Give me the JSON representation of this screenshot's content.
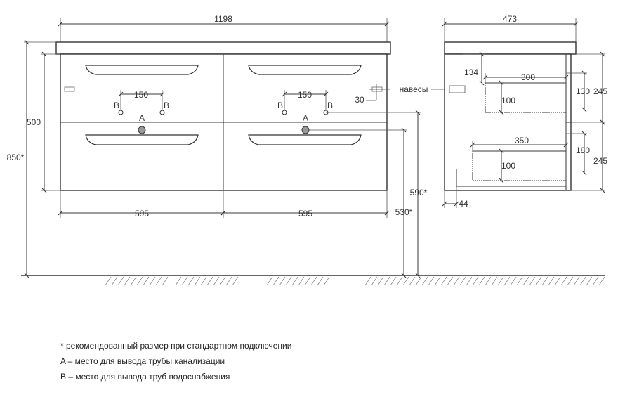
{
  "front": {
    "overall_width": "1198",
    "height_body": "500",
    "height_total": "850*",
    "drawer_width_left": "595",
    "drawer_width_right": "595",
    "pipe_spacing_left": "150",
    "pipe_spacing_right": "150",
    "label_b": "B",
    "label_a": "A",
    "height_590": "590*",
    "height_530": "530*",
    "hinge_offset": "30",
    "hinge_label": "навесы"
  },
  "side": {
    "depth": "473",
    "upper_drawer_depth": "300",
    "upper_drawer_height": "100",
    "lower_drawer_depth": "350",
    "lower_drawer_height": "100",
    "top_offset": "134",
    "upper_inner": "130",
    "upper_outer": "245",
    "lower_inner": "180",
    "lower_outer": "245",
    "bottom_offset": "44"
  },
  "notes": [
    "* рекомендованный размер при стандартном подключении",
    "A – место для вывода трубы канализации",
    "B – место для вывода труб водоснабжения"
  ]
}
